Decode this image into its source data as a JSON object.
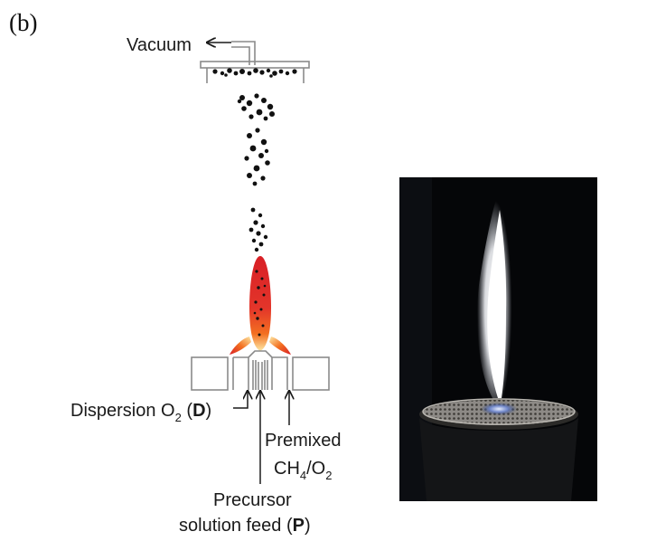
{
  "panel_label": "(b)",
  "labels": {
    "vacuum": "Vacuum",
    "dispersion_pre": "Dispersion O",
    "dispersion_sub": "2",
    "dispersion_open": " (",
    "dispersion_code": "D",
    "dispersion_close": ")",
    "premixed_line1": "Premixed",
    "premixed_ch": "CH",
    "premixed_sub1": "4",
    "premixed_mid": "/O",
    "premixed_sub2": "2",
    "precursor_line1": "Precursor",
    "precursor_line2_pre": "solution feed (",
    "precursor_code": "P",
    "precursor_close": ")"
  },
  "colors": {
    "outline": "#8a8a8a",
    "flame_core": "#d81f26",
    "flame_mid": "#f37021",
    "flame_base": "#fde9a6",
    "particle": "#111111",
    "photo_bg": "#050608",
    "burner_blue": "#6f86c9"
  }
}
